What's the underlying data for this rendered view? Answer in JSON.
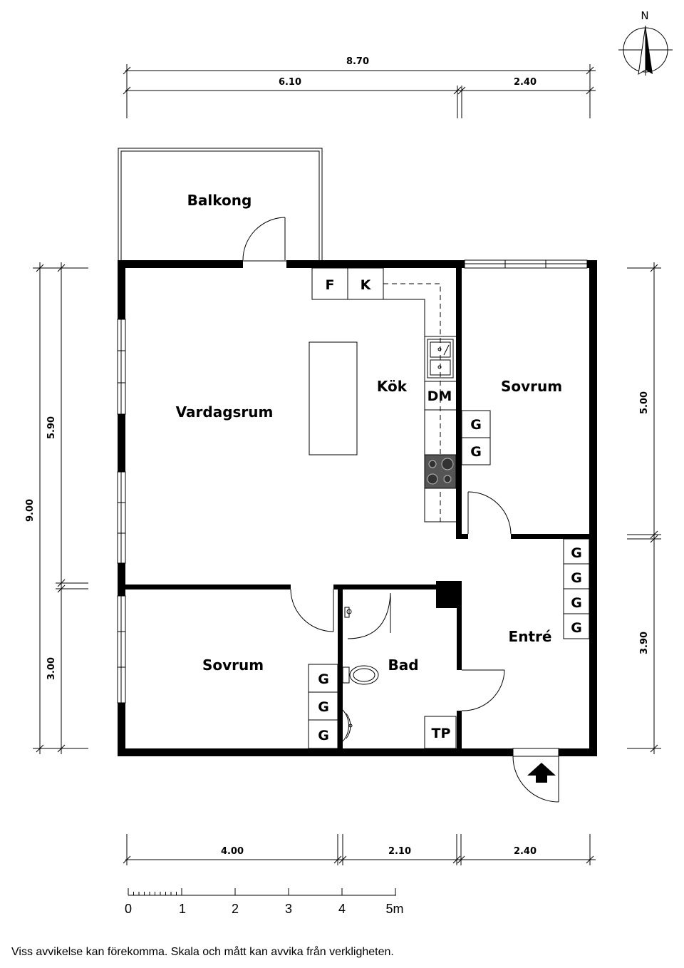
{
  "compass": {
    "label": "N"
  },
  "rooms": {
    "balcony": "Balkong",
    "living": "Vardagsrum",
    "kitchen": "Kök",
    "bedroom_top": "Sovrum",
    "bedroom_bottom": "Sovrum",
    "bathroom": "Bad",
    "entrance": "Entré"
  },
  "fixtures": {
    "fridge": "F",
    "freezer": "K",
    "dishwasher": "DM",
    "laundry": "TP",
    "wardrobe": "G"
  },
  "dimensions": {
    "top_total": "8.70",
    "top_left": "6.10",
    "top_right": "2.40",
    "left_total": "9.00",
    "left_upper": "5.90",
    "left_lower": "3.00",
    "right_upper": "5.00",
    "right_lower": "3.90",
    "bottom_a": "4.00",
    "bottom_b": "2.10",
    "bottom_c": "2.40"
  },
  "scale_bar": {
    "labels": [
      "0",
      "1",
      "2",
      "3",
      "4",
      "5m"
    ]
  },
  "disclaimer": "Viss avvikelse kan förekomma. Skala och mått kan avvika från verkligheten."
}
